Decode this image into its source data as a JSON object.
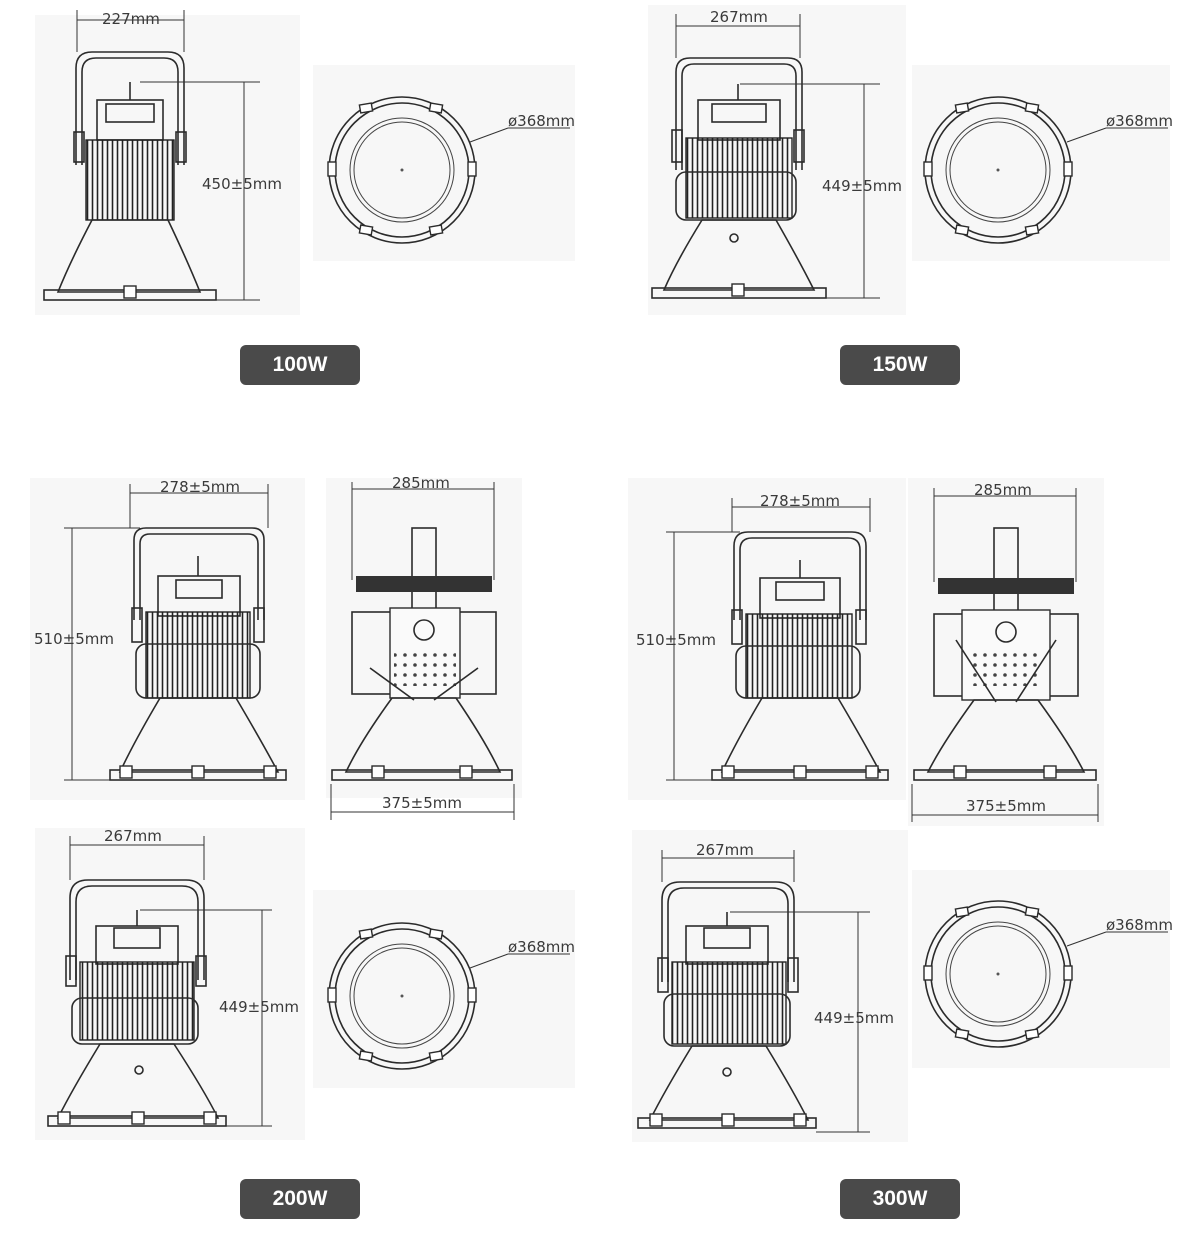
{
  "dims": {
    "d227": "227mm",
    "d450": "450±5mm",
    "d368a": "ø368mm",
    "d267a": "267mm",
    "d449a": "449±5mm",
    "d368b": "ø368mm",
    "d278a": "278±5mm",
    "d510a": "510±5mm",
    "d285a": "285mm",
    "d375a": "375±5mm",
    "d278b": "278±5mm",
    "d510b": "510±5mm",
    "d285b": "285mm",
    "d375b": "375±5mm",
    "d267b": "267mm",
    "d449b": "449±5mm",
    "d368c": "ø368mm",
    "d267c": "267mm",
    "d449c": "449±5mm",
    "d368d": "ø368mm"
  },
  "badges": {
    "w100": "100W",
    "w150": "150W",
    "w200": "200W",
    "w300": "300W"
  },
  "colors": {
    "badge_bg": "#4a4a4a",
    "badge_text": "#ffffff",
    "line": "#2b2b2b"
  }
}
